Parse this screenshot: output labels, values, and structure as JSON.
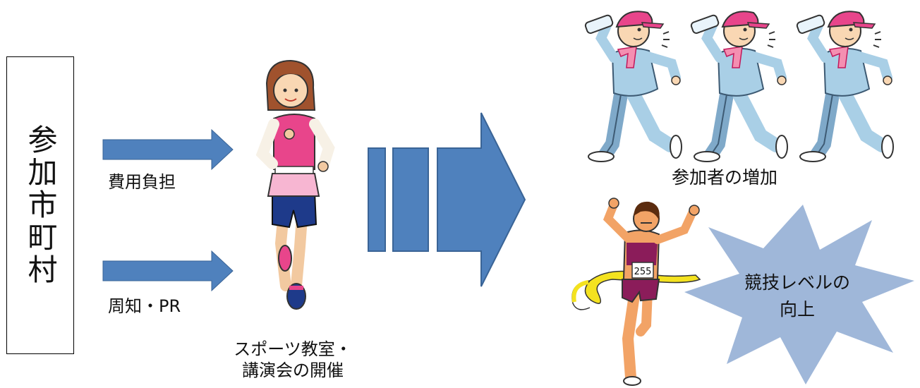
{
  "left_box": {
    "text": "参加市町村"
  },
  "arrows": [
    {
      "label": "費用負担"
    },
    {
      "label": "周知・PR"
    }
  ],
  "center": {
    "caption_line1": "スポーツ教室・",
    "caption_line2": "講演会の開催"
  },
  "results": {
    "participants_label": "参加者の増加",
    "level_line1": "競技レベルの",
    "level_line2": "向上"
  },
  "bib_number": "255",
  "colors": {
    "arrow_blue": "#4f81bd",
    "burst_fill": "#9fb7d9",
    "cap_pink": "#e8458b",
    "suit_blue": "#a9cfe6"
  }
}
